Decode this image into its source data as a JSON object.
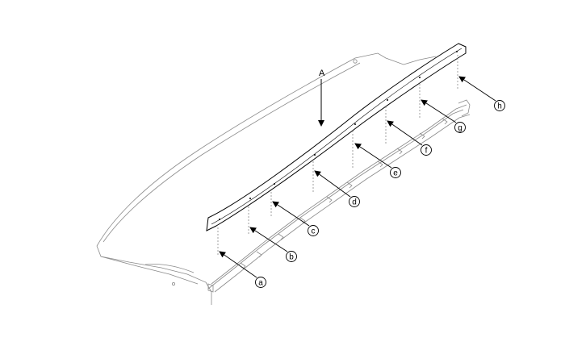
{
  "diagram": {
    "main_label": "A",
    "callouts": [
      "a",
      "b",
      "c",
      "d",
      "e",
      "f",
      "g",
      "h"
    ]
  },
  "colors": {
    "line": "#000000",
    "panel_line": "#8a8a8a",
    "dash": "#777777",
    "background": "#ffffff"
  }
}
